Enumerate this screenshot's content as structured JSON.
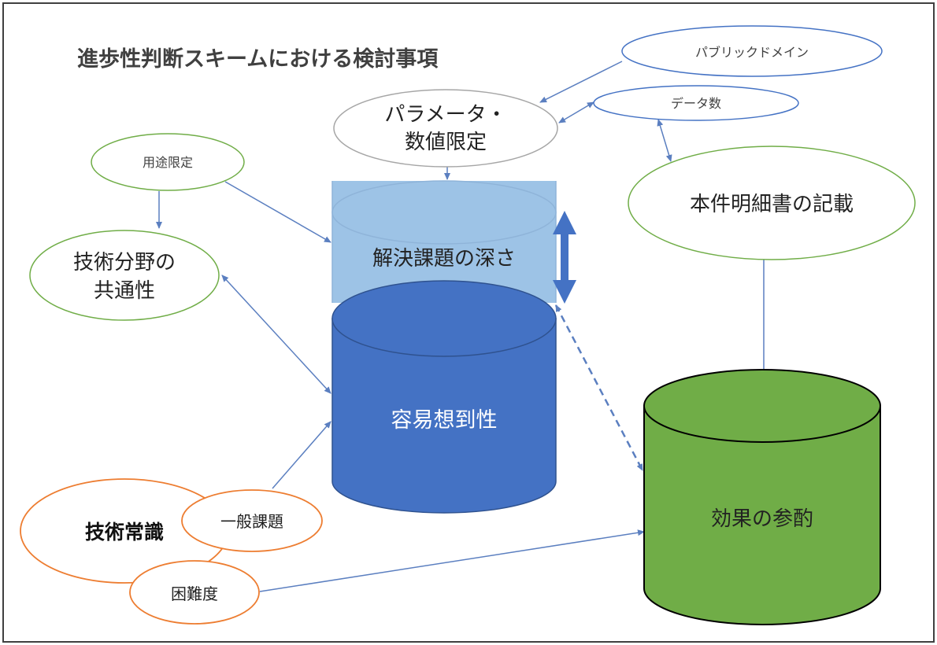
{
  "title": "進歩性判断スキームにおける検討事項",
  "nodes": {
    "public_domain": "パブリックドメイン",
    "data_count": "データ数",
    "param_line1": "パラメータ・",
    "param_line2": "数値限定",
    "use_limitation": "用途限定",
    "tech_field_line1": "技術分野の",
    "tech_field_line2": "共通性",
    "spec_description": "本件明細書の記載",
    "problem_depth": "解決課題の深さ",
    "obviousness": "容易想到性",
    "effect": "効果の参酌",
    "common_knowledge": "技術常識",
    "general_problem": "一般課題",
    "difficulty": "困難度"
  },
  "colors": {
    "green": "#70AD47",
    "orange": "#ED7D31",
    "blue_outline": "#4472C4",
    "gray_outline": "#A6A6A6",
    "cyl_blue": "#4472C4",
    "cyl_light": "#9DC3E6",
    "cyl_green": "#70AD47",
    "arrow": "#5B7FC0"
  }
}
